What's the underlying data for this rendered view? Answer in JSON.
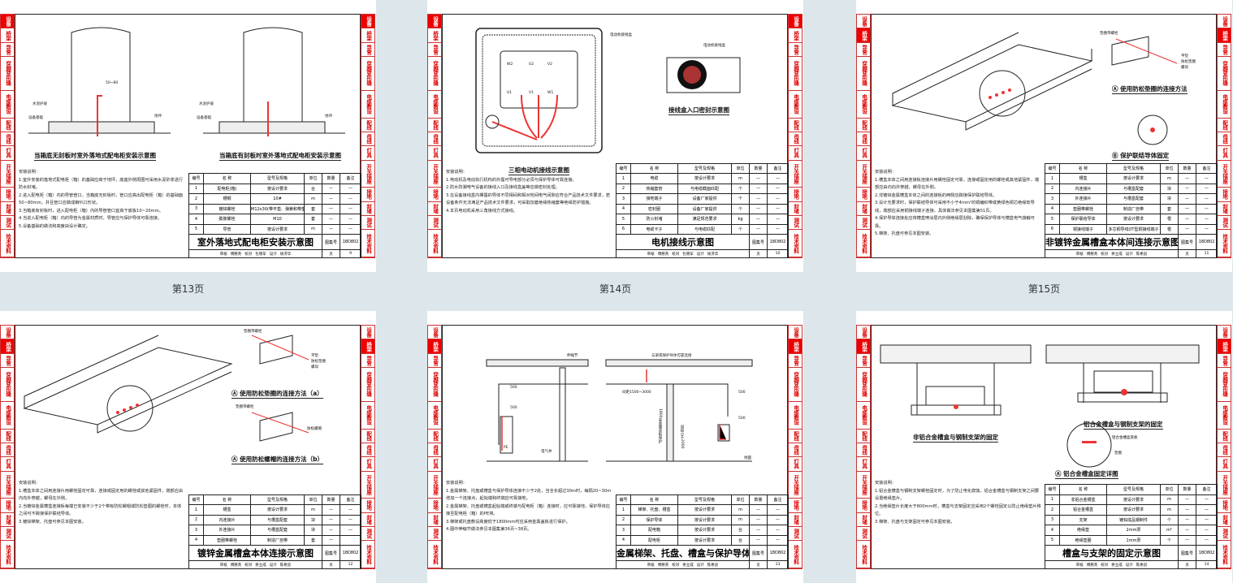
{
  "side_tabs": [
    "设备",
    "桥架",
    "导管",
    "穿越变形缝",
    "电缆敷设",
    "配线",
    "母线",
    "灯具",
    "开关插座",
    "接地",
    "封堵",
    "测试",
    "技术资料"
  ],
  "table_headers": [
    "编号",
    "名    称",
    "型号及规格",
    "单位",
    "数量",
    "备注"
  ],
  "atlas_label": "图集号",
  "atlas_no": "18D802",
  "page_label": "页",
  "sign": {
    "review": "审核",
    "reviewer": "傅慈英",
    "check": "校对",
    "design": "设计"
  },
  "pages": [
    {
      "page_label": "第13页",
      "active_tab": 0,
      "title": "室外落地式配电柜安装示意图",
      "page_no": "9",
      "checker": "包晓军",
      "designer": "徐济华",
      "captions": [
        "当箱底无封板时室外落地式配电柜安装示意图",
        "当箱底有封板时室外落地式配电柜安装示意图"
      ],
      "labels": [
        "水泥护坡",
        "设备基础",
        "地坪",
        "50~80",
        "水泥护坡",
        "设备基础",
        "地坪"
      ],
      "notes": [
        "安装说明：",
        "1.室外安装的落地式配电柜（箱）的基础应高于地坪，底座外侧周围可采用水泥砂浆进行防水封堵。",
        "2.进入配电柜（箱）内的导管管口，当箱底无封板时，管口应高出配电柜（箱）的基础面50~80mm，并且管口应做成喇叭口形状。",
        "3.当箱底有封板时，进入配电柜（箱）内的导管管口宜高于底板10~20mm。",
        "4.当进入配电柜（箱）内的导管为金属材质时，导管应与保护导体可靠连接。",
        "5.设备基础的做法和高度由设计确定。"
      ],
      "rows": [
        [
          "1",
          "配电柜(箱)",
          "按设计要求",
          "台",
          "—",
          "—"
        ],
        [
          "2",
          "槽钢",
          "10#",
          "m",
          "—",
          "—"
        ],
        [
          "3",
          "镀锌螺栓",
          "M12x30(带平垫、弹簧和带垫帽)",
          "套",
          "—",
          "—"
        ],
        [
          "4",
          "膨胀螺栓",
          "M10",
          "套",
          "—",
          "—"
        ],
        [
          "5",
          "导管",
          "按设计要求",
          "m",
          "—",
          "—"
        ]
      ]
    },
    {
      "page_label": "第14页",
      "active_tab": 0,
      "title": "电机接线示意图",
      "page_no": "10",
      "checker": "包晓军",
      "designer": "徐济华",
      "captions": [
        "三相电动机接线示意图",
        "接线盒入口密封示意图"
      ],
      "labels": [
        "电动机接线盒",
        "电动机接线盒",
        "W2",
        "U2",
        "V2",
        "U1",
        "V1",
        "W1"
      ],
      "notes": [
        "安装说明：",
        "1.电动机及电动执行机构的外露可导电部分必须与保护导体可靠连接。",
        "2.防水防潮电气设备的接线入口及接线盒盖等应做密封处理。",
        "3.在设备接线盒内裸露的导体不同相间和相对地间电气间隙应符合产品技术文件要求，若设备条件无法满足产品技术文件要求，可采取加套绝缘热缩套等绝缘防护措施。",
        "4.本页电动机采用三角接线方式接线。"
      ],
      "rows": [
        [
          "1",
          "电缆",
          "按设计要求",
          "m",
          "—",
          "—"
        ],
        [
          "2",
          "热缩套管",
          "与电缆截面匹配",
          "个",
          "—",
          "—"
        ],
        [
          "3",
          "接地端子",
          "设备厂家提供",
          "个",
          "—",
          "—"
        ],
        [
          "4",
          "密封圈",
          "设备厂家提供",
          "个",
          "—",
          "—"
        ],
        [
          "5",
          "防火封堵",
          "满足规范要求",
          "kg",
          "—",
          "—"
        ],
        [
          "6",
          "电缆卡子",
          "与电缆匹配",
          "个",
          "—",
          "—"
        ]
      ]
    },
    {
      "page_label": "第15页",
      "active_tab": 1,
      "title": "非镀锌金属槽盒本体间连接示意图",
      "page_no": "11",
      "checker": "余立成",
      "designer": "陈希良",
      "captions": [
        "Ⓐ 使用防松垫圈的连接方法",
        "Ⓑ 保护联结导体固定"
      ],
      "labels": [
        "垫圈带螺栓",
        "平垫",
        "防松垫圈",
        "螺母"
      ],
      "notes": [
        "安装说明：",
        "1.槽盒本体之间用连接板连接片用螺栓固定可靠，连接或固定用的螺栓或其他紧固件，端部应由内向外穿越，螺母在外侧。",
        "2.非镀锌金属槽盒本体之间的连接板的两侧应跨接保护联结导体。",
        "3.设计无要求时，保护联结导体可采用不小于4mm²的铜编织带或黄绿色铜芯绝缘软导线，端部应采用铜接线端子连接，具体做法参见本图集第51页。",
        "4.保护导体连接处应将槽盒喷涂层内外侧绝缘层刮除，确保保护导体与槽盒电气接触可靠。",
        "5.梯架、托盘可参见本图安装。"
      ],
      "rows": [
        [
          "1",
          "槽盒",
          "按设计要求",
          "m",
          "—",
          "—"
        ],
        [
          "2",
          "内连接片",
          "与槽盒配套",
          "块",
          "—",
          "—"
        ],
        [
          "3",
          "外连接片",
          "与槽盒配套",
          "块",
          "—",
          "—"
        ],
        [
          "4",
          "垫圈带螺栓",
          "制造厂自带",
          "套",
          "—",
          "—"
        ],
        [
          "5",
          "保护联结导体",
          "按设计要求",
          "根",
          "—",
          "—"
        ],
        [
          "6",
          "铜接线端子",
          "多芯铜导线OT型铜接线端子",
          "根",
          "—",
          "—"
        ]
      ]
    },
    {
      "active_tab": 1,
      "title": "镀锌金属槽盒本体连接示意图",
      "page_no": "12",
      "checker": "余立成",
      "designer": "陈希良",
      "captions": [
        "Ⓐ 使用防松垫圈的连接方法（a）",
        "Ⓐ 使用防松螺帽的连接方法（b）"
      ],
      "labels": [
        "垫圈带螺栓",
        "平垫",
        "防松垫圈",
        "螺母",
        "垫圈带螺栓",
        "防松螺帽"
      ],
      "notes": [
        "安装说明：",
        "1.槽盒本体之间用连接片用螺栓固定可靠，连接或固定用的螺栓或其他紧固件，端部应由内向外穿越，螺母在外侧。",
        "2.当镀锌金属槽盒连接板每端已安装不少于2个带有防松螺帽或防松垫圈的螺栓时，本体之间可不跨接保护联结导体。",
        "3.镀锌梯架、托盘可参见本图安装。"
      ],
      "rows": [
        [
          "1",
          "槽盒",
          "按设计要求",
          "m",
          "—",
          "—"
        ],
        [
          "2",
          "内连接片",
          "与槽盒配套",
          "块",
          "—",
          "—"
        ],
        [
          "3",
          "外连接片",
          "与槽盒配套",
          "块",
          "—",
          "—"
        ],
        [
          "4",
          "垫圈带螺栓",
          "制造厂自带",
          "套",
          "—",
          ""
        ]
      ]
    },
    {
      "active_tab": 1,
      "title": "金属梯架、托盘、槽盒与保护导体连接示意图",
      "page_no": "13",
      "checker": "余立成",
      "designer": "陈希良",
      "captions": [],
      "labels": [
        "伸缩节",
        "与梁或保护导体可靠连接",
        "间距1500~3000",
        "间距小于2000",
        "1800高金属盖板保护",
        "电气井",
        "地面",
        "PE",
        "PE",
        "500",
        "500",
        "500",
        "500"
      ],
      "notes": [
        "安装说明：",
        "1.金属梯架、托盘或槽盒与保护导体连接不少于2处，当全长超过30m时，每隔20~30m增加一个连接点，起始端和终端应可靠接地。",
        "2.金属梯架、托盘或槽盒起始端或终端与配电柜（箱）连接时，应可靠接地，保护导体应接至配电柜（箱）的PE排。",
        "3.梯架或托盘敷设高度低于1800mm时应采用金属盖板进行保护。",
        "4.图中伸缩节做法参见本图集第36页~38页。"
      ],
      "rows": [
        [
          "1",
          "梯架、托盘、槽盒",
          "按设计要求",
          "m",
          "—",
          "—"
        ],
        [
          "2",
          "保护导体",
          "按设计要求",
          "m",
          "—",
          "—"
        ],
        [
          "3",
          "配电箱",
          "按设计要求",
          "台",
          "—",
          "—"
        ],
        [
          "4",
          "配电柜",
          "按设计要求",
          "台",
          "—",
          "—"
        ]
      ]
    },
    {
      "active_tab": 1,
      "title": "槽盒与支架的固定示意图",
      "page_no": "14",
      "checker": "余立成",
      "designer": "陈希良",
      "captions": [
        "非铝合金槽盒与钢制支架的固定",
        "铝合金槽盒与钢制支架的固定",
        "Ⓐ 铝合金槽盒固定详图"
      ],
      "labels": [
        "铝合金槽盒底板",
        "垫圈"
      ],
      "notes": [
        "安装说明：",
        "1.铝合金槽盒与钢制支架螺栓固定时，为了防止电化腐蚀，铝合金槽盒与钢制支架之间要设置绝缘垫片。",
        "2.当绝缘垫片长度大于800mm时，槽盒与支架固定应采用2个螺栓固定以防止绝缘垫片移位。",
        "3.梯架、托盘与支架固定可参见本图安装。"
      ],
      "rows": [
        [
          "1",
          "非铝合金槽盒",
          "按设计要求",
          "m",
          "—",
          "—"
        ],
        [
          "2",
          "铝合金槽盒",
          "按设计要求",
          "m",
          "—",
          "—"
        ],
        [
          "3",
          "支架",
          "镀锌成品钢制件",
          "个",
          "—",
          "—"
        ],
        [
          "4",
          "绝缘垫",
          "2mm厚",
          "m²",
          "—",
          "—"
        ],
        [
          "5",
          "绝缘垫圈",
          "1mm厚",
          "个",
          "—",
          "—"
        ]
      ]
    }
  ]
}
